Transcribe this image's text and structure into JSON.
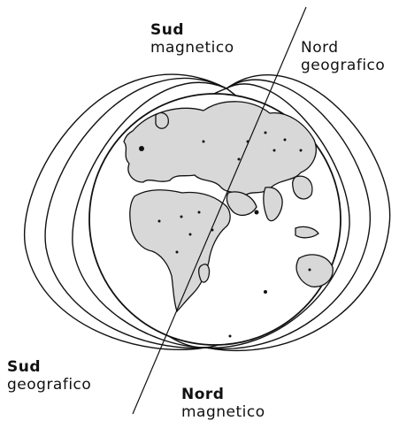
{
  "labels": {
    "magnetic_south": {
      "line1": "Sud",
      "line2": "magnetico"
    },
    "geographic_north": {
      "line1": "Nord",
      "line2": "geografico"
    },
    "geographic_south": {
      "line1": "Sud",
      "line2": "geografico"
    },
    "magnetic_north": {
      "line1": "Nord",
      "line2": "magnetico"
    }
  },
  "colors": {
    "ink": "#111111",
    "land_fill": "#d8d8d8",
    "background": "#ffffff"
  }
}
